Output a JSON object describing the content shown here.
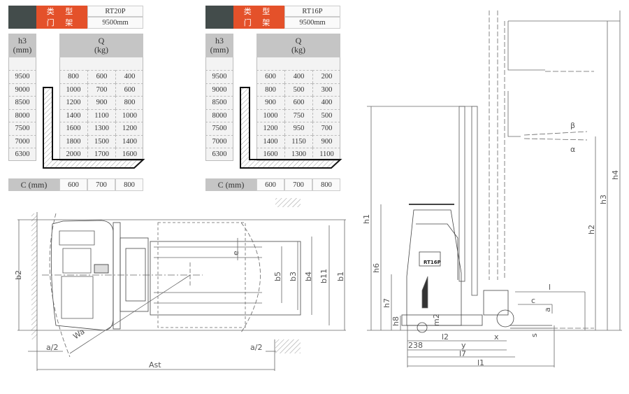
{
  "tables": [
    {
      "type_label": "类 型",
      "mast_label": "门 架",
      "model": "RT20P",
      "mast": "9500mm",
      "h3_header": "h3\n(mm)",
      "q_header": "Q\n(kg)",
      "c_header": "C (mm)",
      "rows": [
        {
          "h3": "9500",
          "q": [
            "800",
            "600",
            "400"
          ]
        },
        {
          "h3": "9000",
          "q": [
            "1000",
            "700",
            "600"
          ]
        },
        {
          "h3": "8500",
          "q": [
            "1200",
            "900",
            "800"
          ]
        },
        {
          "h3": "8000",
          "q": [
            "1400",
            "1100",
            "1000"
          ]
        },
        {
          "h3": "7500",
          "q": [
            "1600",
            "1300",
            "1200"
          ]
        },
        {
          "h3": "7000",
          "q": [
            "1800",
            "1500",
            "1400"
          ]
        },
        {
          "h3": "6300",
          "q": [
            "2000",
            "1700",
            "1600"
          ]
        }
      ],
      "c_values": [
        "600",
        "700",
        "800"
      ]
    },
    {
      "type_label": "类 型",
      "mast_label": "门 架",
      "model": "RT16P",
      "mast": "9500mm",
      "h3_header": "h3\n(mm)",
      "q_header": "Q\n(kg)",
      "c_header": "C (mm)",
      "rows": [
        {
          "h3": "9500",
          "q": [
            "600",
            "400",
            "200"
          ]
        },
        {
          "h3": "9000",
          "q": [
            "800",
            "500",
            "300"
          ]
        },
        {
          "h3": "8500",
          "q": [
            "900",
            "600",
            "400"
          ]
        },
        {
          "h3": "8000",
          "q": [
            "1000",
            "750",
            "500"
          ]
        },
        {
          "h3": "7500",
          "q": [
            "1200",
            "950",
            "700"
          ]
        },
        {
          "h3": "7000",
          "q": [
            "1400",
            "1150",
            "900"
          ]
        },
        {
          "h3": "6300",
          "q": [
            "1600",
            "1300",
            "1100"
          ]
        }
      ],
      "c_values": [
        "600",
        "700",
        "800"
      ]
    }
  ],
  "top_view": {
    "labels": {
      "b2": "b2",
      "wa": "Wa",
      "a2_left": "a/2",
      "a2_right": "a/2",
      "ast": "Ast",
      "e": "e",
      "b5": "b5",
      "b3": "b3",
      "b4": "b4",
      "b11": "b11",
      "b1": "b1"
    }
  },
  "side_view": {
    "truck_label": "RT16P",
    "labels": {
      "h1": "h1",
      "h6": "h6",
      "h7": "h7",
      "h8": "h8",
      "m2": "m2",
      "l2": "l2",
      "x": "x",
      "d238": "238",
      "y": "y",
      "l7": "l7",
      "l1": "l1",
      "s": "s",
      "c": "c",
      "a": "a",
      "l": "l",
      "h2": "h2",
      "h3": "h3",
      "h4": "h4",
      "beta": "β",
      "alpha": "α"
    }
  },
  "colors": {
    "accent": "#e4512a",
    "dark": "#434c4b",
    "header_gray": "#c5c5c5"
  }
}
